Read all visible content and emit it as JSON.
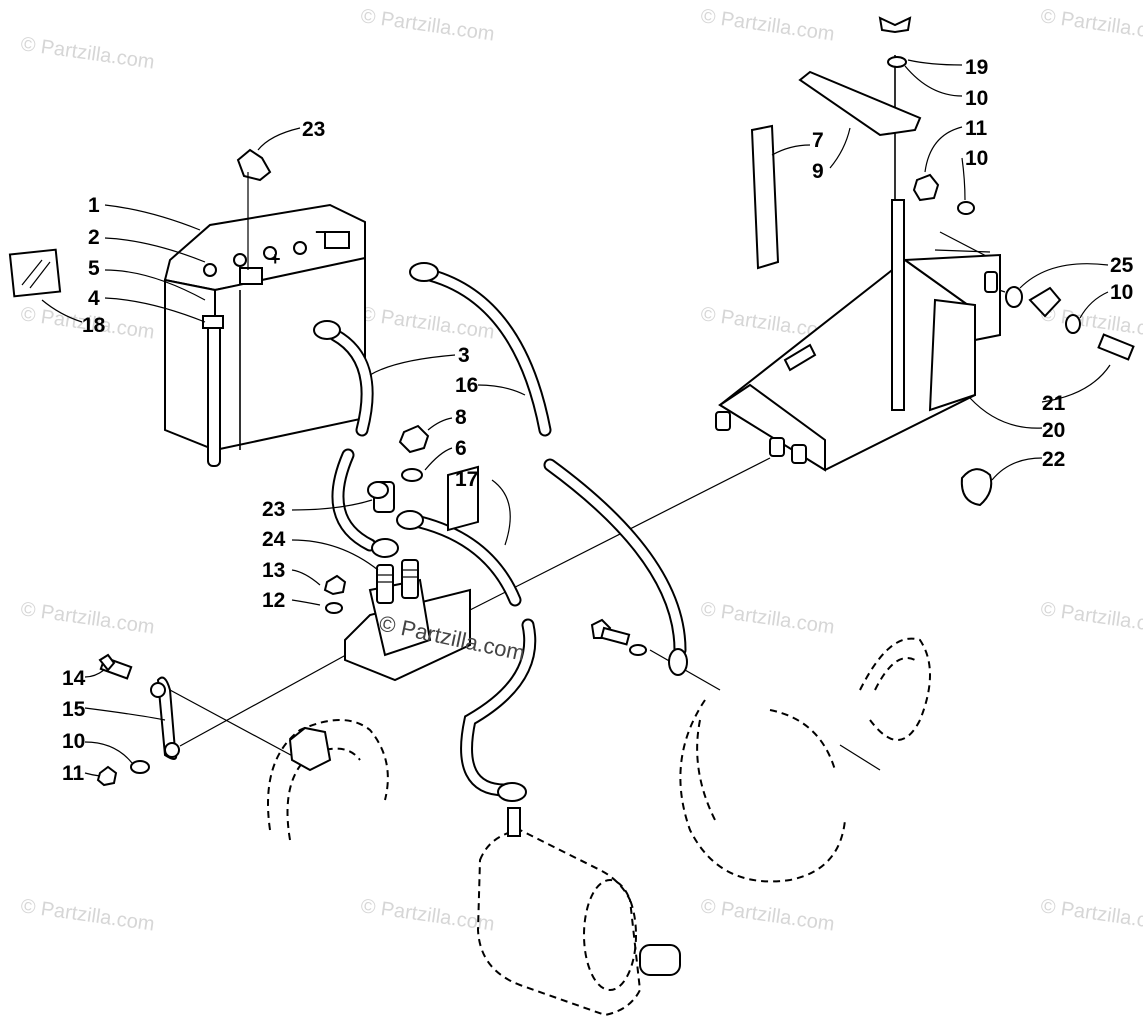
{
  "diagram": {
    "watermark_text": "© Partzilla.com",
    "center_watermark": "© Partzilla.com",
    "callouts": [
      {
        "id": "c23a",
        "text": "23"
      },
      {
        "id": "c1",
        "text": "1"
      },
      {
        "id": "c2",
        "text": "2"
      },
      {
        "id": "c5",
        "text": "5"
      },
      {
        "id": "c4",
        "text": "4"
      },
      {
        "id": "c18",
        "text": "18"
      },
      {
        "id": "c3",
        "text": "3"
      },
      {
        "id": "c16",
        "text": "16"
      },
      {
        "id": "c8",
        "text": "8"
      },
      {
        "id": "c6",
        "text": "6"
      },
      {
        "id": "c17",
        "text": "17"
      },
      {
        "id": "c23b",
        "text": "23"
      },
      {
        "id": "c24",
        "text": "24"
      },
      {
        "id": "c13",
        "text": "13"
      },
      {
        "id": "c12",
        "text": "12"
      },
      {
        "id": "c14",
        "text": "14"
      },
      {
        "id": "c15",
        "text": "15"
      },
      {
        "id": "c10a",
        "text": "10"
      },
      {
        "id": "c11a",
        "text": "11"
      },
      {
        "id": "c19",
        "text": "19"
      },
      {
        "id": "c10b",
        "text": "10"
      },
      {
        "id": "c7",
        "text": "7"
      },
      {
        "id": "c9",
        "text": "9"
      },
      {
        "id": "c11b",
        "text": "11"
      },
      {
        "id": "c10c",
        "text": "10"
      },
      {
        "id": "c25",
        "text": "25"
      },
      {
        "id": "c10d",
        "text": "10"
      },
      {
        "id": "c21",
        "text": "21"
      },
      {
        "id": "c20",
        "text": "20"
      },
      {
        "id": "c22",
        "text": "22"
      }
    ],
    "battery_polarity_plus": "+",
    "battery_polarity_minus": "−"
  }
}
